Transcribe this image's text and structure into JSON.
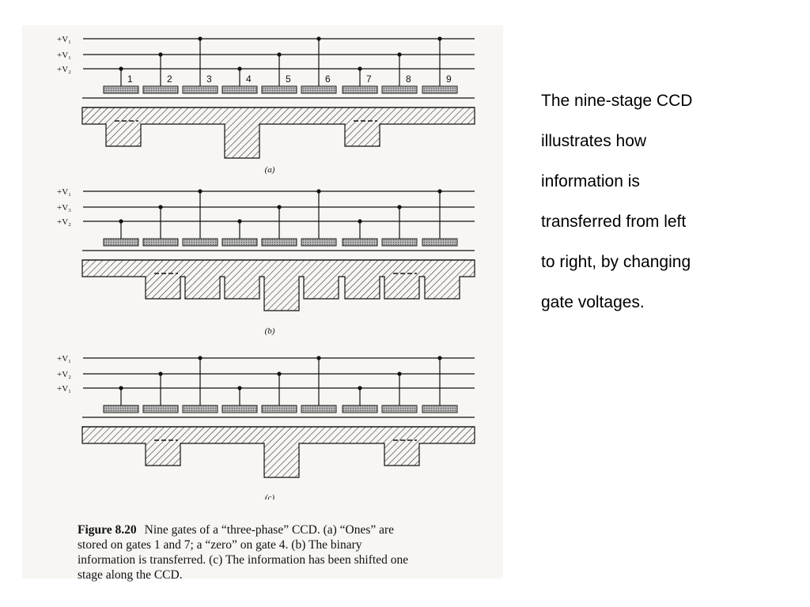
{
  "side_text": {
    "lines": [
      "The nine-stage CCD",
      "illustrates how",
      "information is",
      "transferred from left",
      "to right, by changing",
      "gate voltages."
    ]
  },
  "caption": {
    "label": "Figure 8.20",
    "lines": [
      "Nine gates of a “three-phase” CCD. (a) “Ones” are",
      "stored on gates 1 and 7; a “zero” on gate 4. (b) The binary",
      "information is transferred. (c) The information has been shifted one",
      "stage along the CCD."
    ]
  },
  "diagram": {
    "gate_numbers": [
      "1",
      "2",
      "3",
      "4",
      "5",
      "6",
      "7",
      "8",
      "9"
    ],
    "panels": [
      {
        "label": "(a)",
        "rails": [
          "+V₁",
          "+V₁",
          "+V₂"
        ],
        "deep_gates": [
          4
        ],
        "medium_gates": [
          1,
          7
        ],
        "charge_gates": [
          1,
          7
        ],
        "show_gate_numbers": true
      },
      {
        "label": "(b)",
        "rails": [
          "+V₁",
          "+V₃",
          "+V₂"
        ],
        "deep_gates": [
          5
        ],
        "medium_gates": [
          2,
          3,
          4,
          6,
          7,
          8,
          9
        ],
        "charge_gates": [
          2,
          8
        ],
        "show_gate_numbers": false
      },
      {
        "label": "(c)",
        "rails": [
          "+V₁",
          "+V₂",
          "+V₁"
        ],
        "deep_gates": [
          5
        ],
        "medium_gates": [
          2,
          8
        ],
        "charge_gates": [
          2,
          8
        ],
        "show_gate_numbers": false
      }
    ]
  }
}
